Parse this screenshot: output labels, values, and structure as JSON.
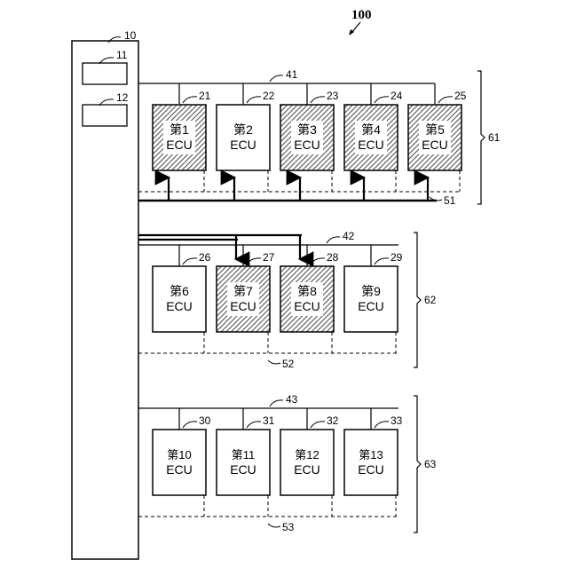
{
  "figure": {
    "ref": "100",
    "controller": {
      "ref": "10",
      "unit1_ref": "11",
      "unit2_ref": "12"
    },
    "groups": [
      {
        "ref": "61",
        "bus_ref": "41",
        "dashed_ref": "51",
        "ecus": [
          {
            "ref": "21",
            "line1": "第1",
            "line2": "ECU",
            "hatched": true
          },
          {
            "ref": "22",
            "line1": "第2",
            "line2": "ECU",
            "hatched": false
          },
          {
            "ref": "23",
            "line1": "第3",
            "line2": "ECU",
            "hatched": true
          },
          {
            "ref": "24",
            "line1": "第4",
            "line2": "ECU",
            "hatched": true
          },
          {
            "ref": "25",
            "line1": "第5",
            "line2": "ECU",
            "hatched": true
          }
        ]
      },
      {
        "ref": "62",
        "bus_ref": "42",
        "dashed_ref": "52",
        "ecus": [
          {
            "ref": "26",
            "line1": "第6",
            "line2": "ECU",
            "hatched": false
          },
          {
            "ref": "27",
            "line1": "第7",
            "line2": "ECU",
            "hatched": true
          },
          {
            "ref": "28",
            "line1": "第8",
            "line2": "ECU",
            "hatched": true
          },
          {
            "ref": "29",
            "line1": "第9",
            "line2": "ECU",
            "hatched": false
          }
        ]
      },
      {
        "ref": "63",
        "bus_ref": "43",
        "dashed_ref": "53",
        "ecus": [
          {
            "ref": "30",
            "line1": "第10",
            "line2": "ECU",
            "hatched": false
          },
          {
            "ref": "31",
            "line1": "第11",
            "line2": "ECU",
            "hatched": false
          },
          {
            "ref": "32",
            "line1": "第12",
            "line2": "ECU",
            "hatched": false
          },
          {
            "ref": "33",
            "line1": "第13",
            "line2": "ECU",
            "hatched": false
          }
        ]
      }
    ]
  }
}
